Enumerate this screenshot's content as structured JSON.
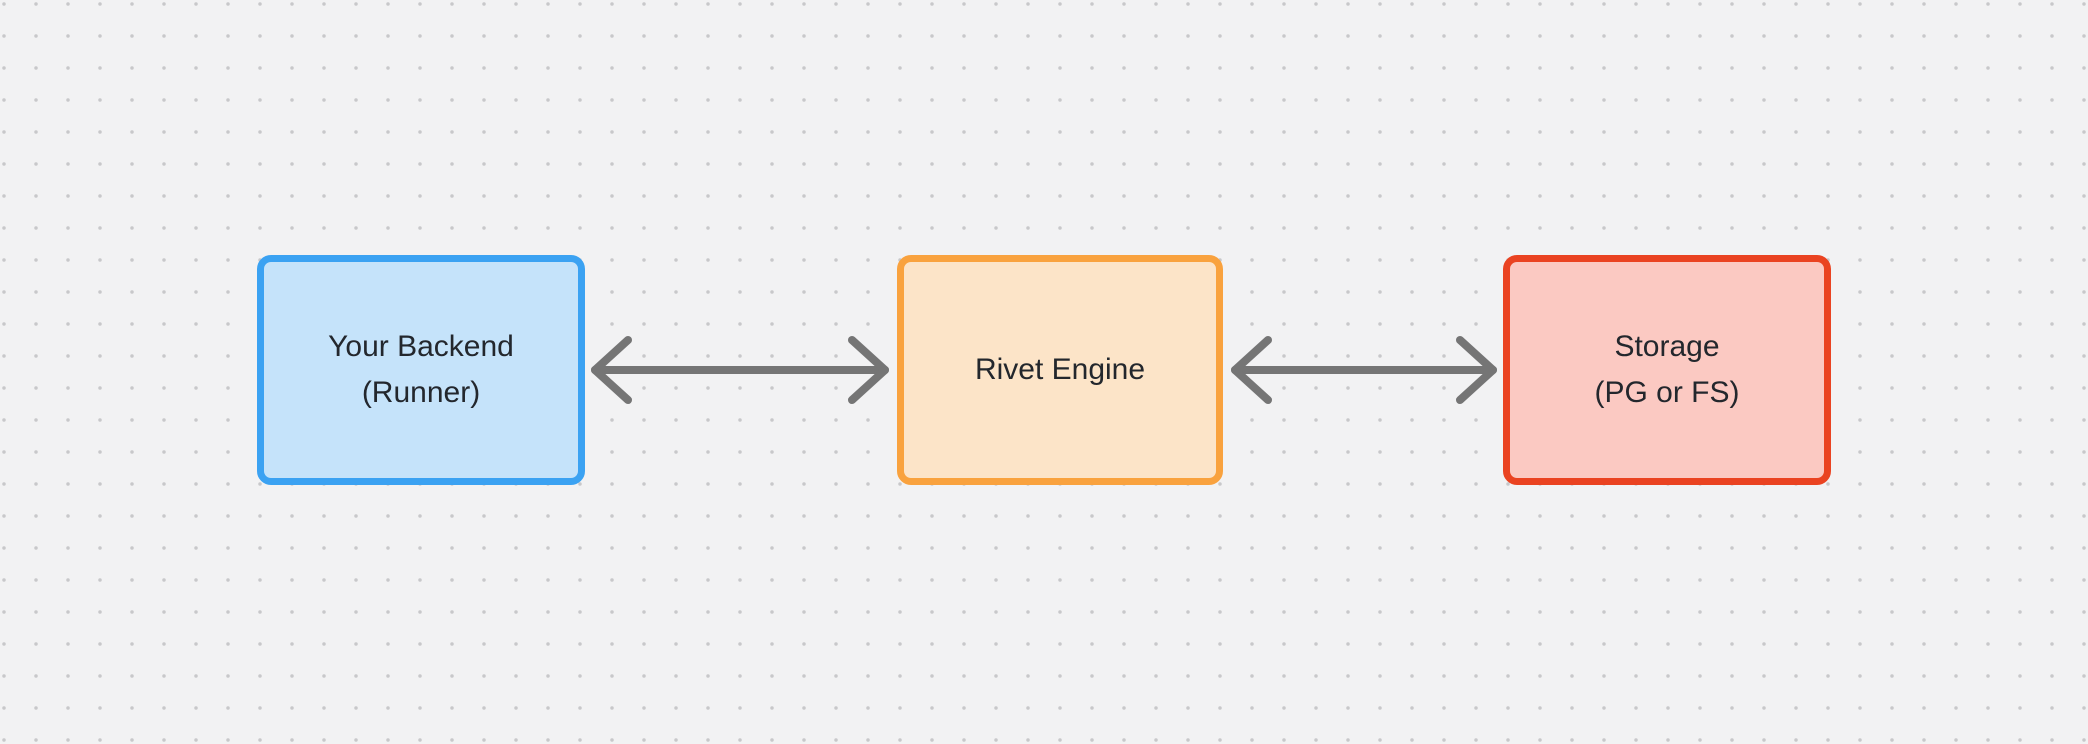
{
  "canvas": {
    "background_color": "#F2F2F3",
    "dot_color": "#C8C8CA"
  },
  "text_color": "#23272D",
  "nodes": [
    {
      "id": "your-backend",
      "lines": [
        "Your Backend",
        "(Runner)"
      ],
      "border_color": "#3BA2F2",
      "fill_color": "#C5E3FA"
    },
    {
      "id": "rivet-engine",
      "lines": [
        "Rivet Engine"
      ],
      "border_color": "#F9A23E",
      "fill_color": "#FCE4C8"
    },
    {
      "id": "storage",
      "lines": [
        "Storage",
        "(PG or FS)"
      ],
      "border_color": "#EA4321",
      "fill_color": "#FBC9C2"
    }
  ],
  "connectors": [
    {
      "id": "backend-engine",
      "from": "your-backend",
      "to": "rivet-engine",
      "direction": "bidirectional",
      "color": "#757575"
    },
    {
      "id": "engine-storage",
      "from": "rivet-engine",
      "to": "storage",
      "direction": "bidirectional",
      "color": "#757575"
    }
  ]
}
